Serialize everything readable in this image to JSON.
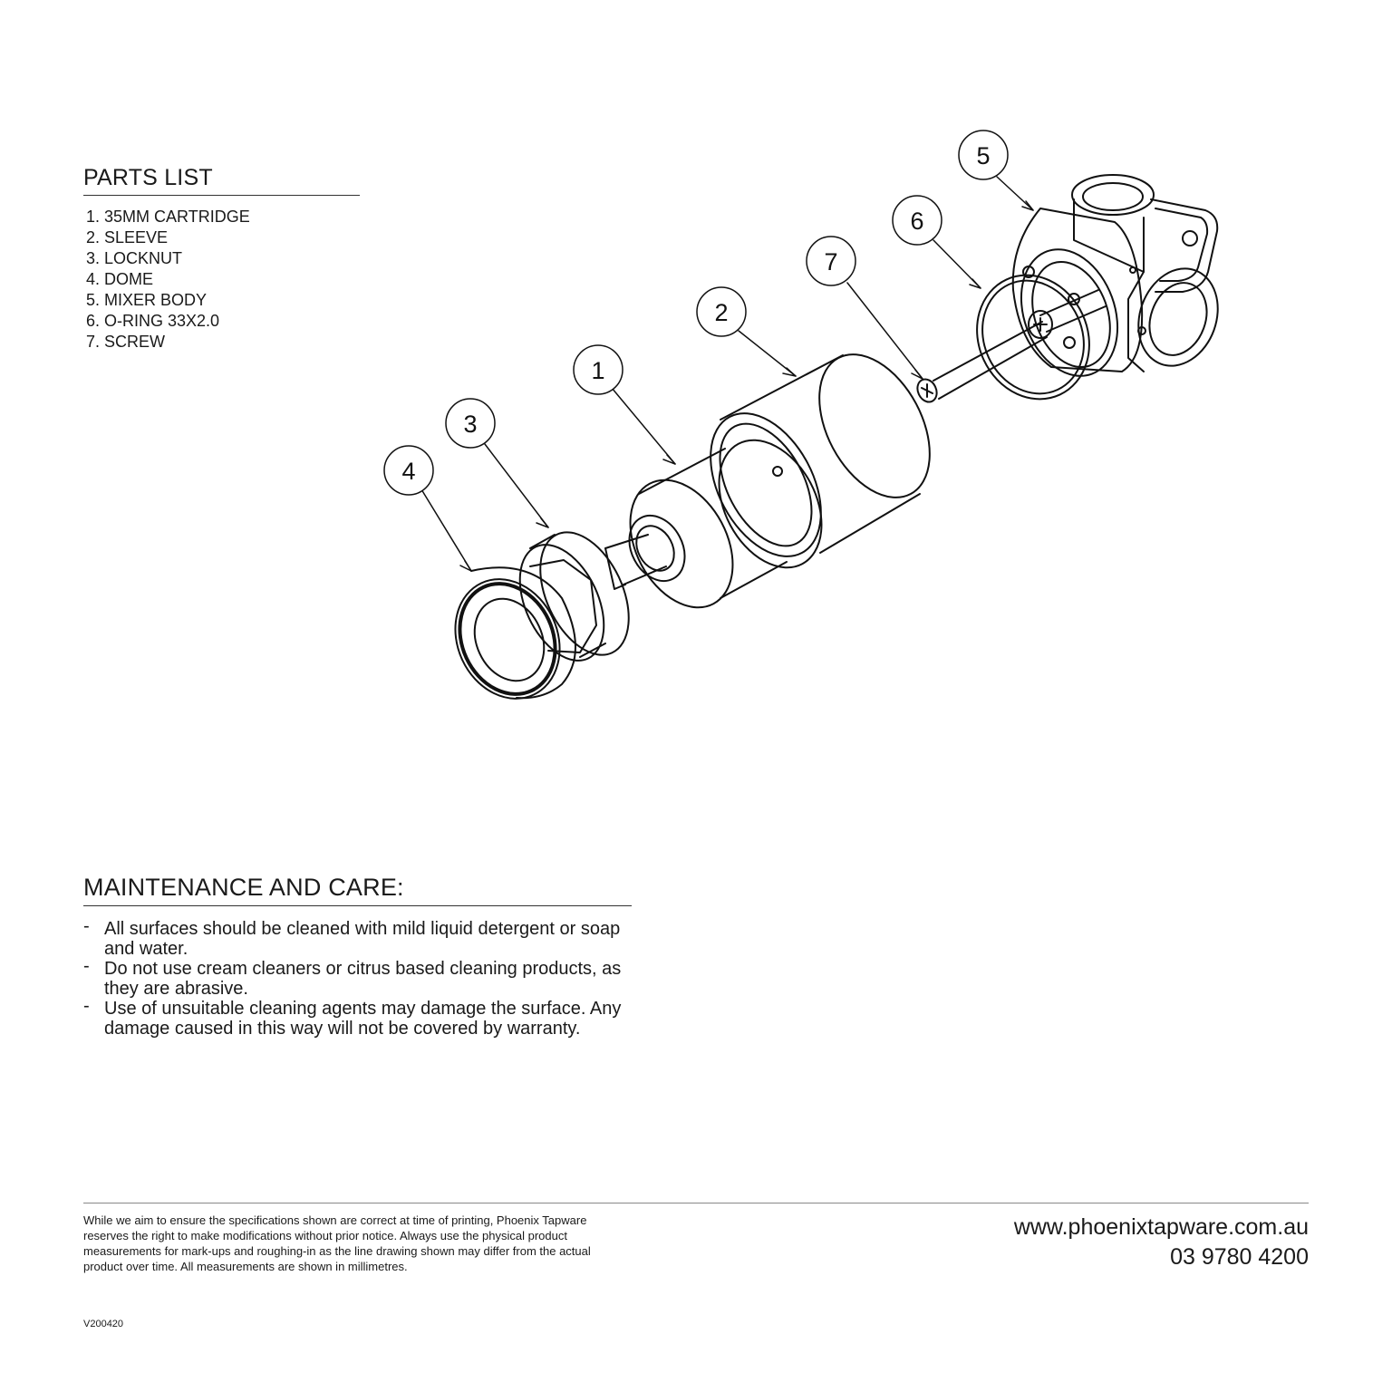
{
  "parts_list": {
    "title": "PARTS LIST",
    "items": [
      "1. 35MM CARTRIDGE",
      "2. SLEEVE",
      "3. LOCKNUT",
      "4. DOME",
      "5. MIXER BODY",
      "6. O-RING 33X2.0",
      "7. SCREW"
    ]
  },
  "diagram": {
    "callouts": [
      "1",
      "2",
      "3",
      "4",
      "5",
      "6",
      "7"
    ]
  },
  "maintenance": {
    "title": "MAINTENANCE AND CARE:",
    "items": [
      "All surfaces should be cleaned with mild liquid detergent or soap and water.",
      "Do not use cream cleaners or citrus based cleaning products, as they are abrasive.",
      "Use of unsuitable cleaning agents may damage the surface. Any damage caused in this way will not be covered by warranty."
    ]
  },
  "footer": {
    "disclaimer": "While we aim to ensure the specifications shown are correct at time of printing, Phoenix Tapware reserves the right to make modifications without prior notice. Always use the physical product measurements for mark-ups and roughing-in as the line drawing shown may differ from the actual product over time. All measurements are shown in millimetres.",
    "website": "www.phoenixtapware.com.au",
    "phone": "03 9780 4200",
    "version": "V200420"
  }
}
